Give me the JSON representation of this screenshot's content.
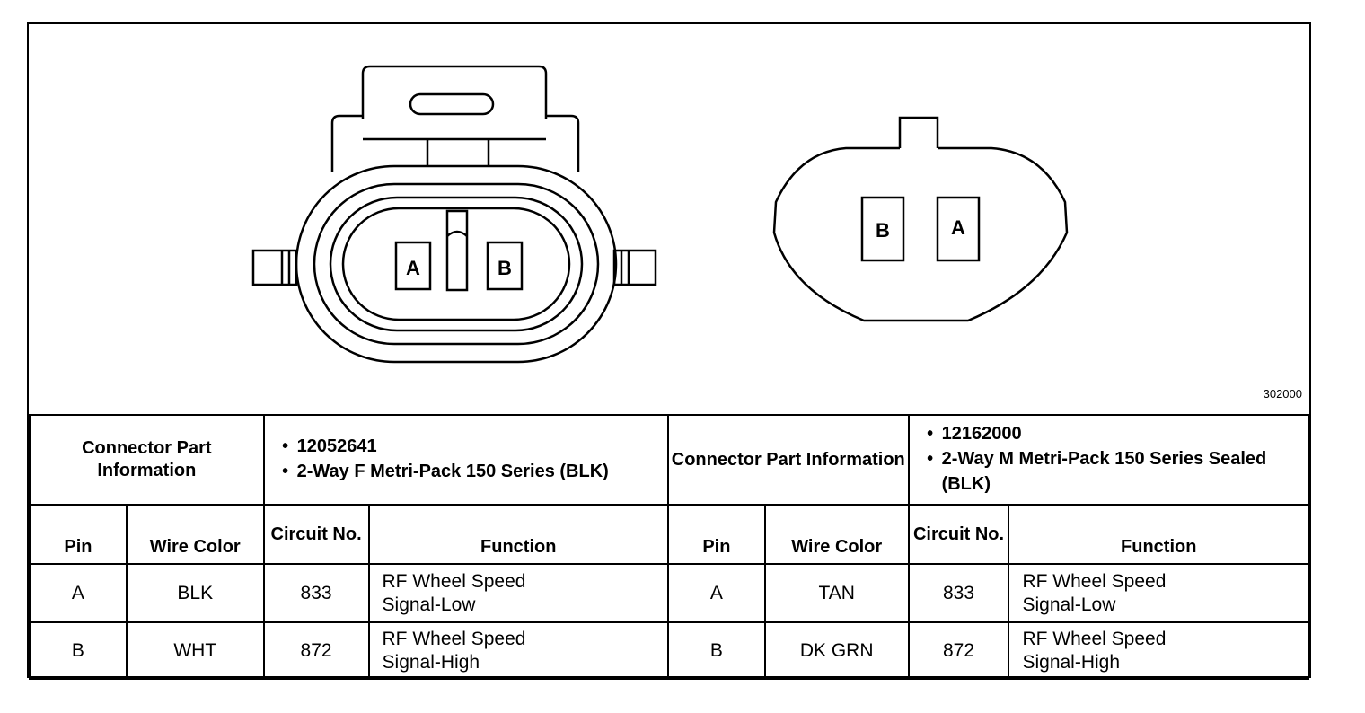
{
  "figure": {
    "id": "302000"
  },
  "connector_left": {
    "pins": [
      "A",
      "B"
    ],
    "info_label": "Connector Part Information",
    "info": [
      "12052641",
      "2-Way F Metri-Pack 150 Series (BLK)"
    ],
    "headers": {
      "pin": "Pin",
      "wire": "Wire Color",
      "circuit": "Circuit No.",
      "function": "Function"
    },
    "rows": [
      {
        "pin": "A",
        "wire": "BLK",
        "circuit": "833",
        "function_1": "RF Wheel Speed",
        "function_2": "Signal-Low"
      },
      {
        "pin": "B",
        "wire": "WHT",
        "circuit": "872",
        "function_1": "RF Wheel Speed",
        "function_2": "Signal-High"
      }
    ]
  },
  "connector_right": {
    "pins": [
      "B",
      "A"
    ],
    "info_label": "Connector Part Information",
    "info": [
      "12162000",
      "2-Way M Metri-Pack 150 Series Sealed (BLK)"
    ],
    "headers": {
      "pin": "Pin",
      "wire": "Wire Color",
      "circuit": "Circuit No.",
      "function": "Function"
    },
    "rows": [
      {
        "pin": "A",
        "wire": "TAN",
        "circuit": "833",
        "function_1": "RF Wheel Speed",
        "function_2": "Signal-Low"
      },
      {
        "pin": "B",
        "wire": "DK GRN",
        "circuit": "872",
        "function_1": "RF Wheel Speed",
        "function_2": "Signal-High"
      }
    ]
  }
}
